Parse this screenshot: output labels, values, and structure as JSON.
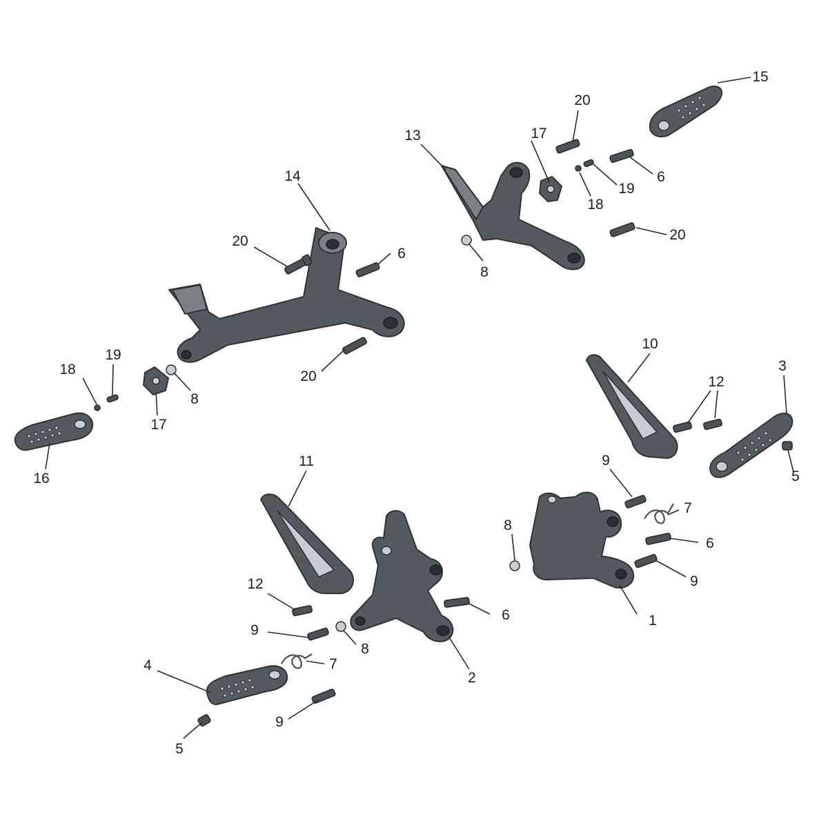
{
  "callouts": [
    {
      "id": "c1",
      "label": "1"
    },
    {
      "id": "c2",
      "label": "2"
    },
    {
      "id": "c3",
      "label": "3"
    },
    {
      "id": "c4",
      "label": "4"
    },
    {
      "id": "c5a",
      "label": "5"
    },
    {
      "id": "c5b",
      "label": "5"
    },
    {
      "id": "c6a",
      "label": "6"
    },
    {
      "id": "c6b",
      "label": "6"
    },
    {
      "id": "c6c",
      "label": "6"
    },
    {
      "id": "c6d",
      "label": "6"
    },
    {
      "id": "c7a",
      "label": "7"
    },
    {
      "id": "c7b",
      "label": "7"
    },
    {
      "id": "c8a",
      "label": "8"
    },
    {
      "id": "c8b",
      "label": "8"
    },
    {
      "id": "c8c",
      "label": "8"
    },
    {
      "id": "c8d",
      "label": "8"
    },
    {
      "id": "c9a",
      "label": "9"
    },
    {
      "id": "c9b",
      "label": "9"
    },
    {
      "id": "c9c",
      "label": "9"
    },
    {
      "id": "c9d",
      "label": "9"
    },
    {
      "id": "c10",
      "label": "10"
    },
    {
      "id": "c11",
      "label": "11"
    },
    {
      "id": "c12a",
      "label": "12"
    },
    {
      "id": "c12b",
      "label": "12"
    },
    {
      "id": "c13",
      "label": "13"
    },
    {
      "id": "c14",
      "label": "14"
    },
    {
      "id": "c15",
      "label": "15"
    },
    {
      "id": "c16",
      "label": "16"
    },
    {
      "id": "c17a",
      "label": "17"
    },
    {
      "id": "c17b",
      "label": "17"
    },
    {
      "id": "c18a",
      "label": "18"
    },
    {
      "id": "c18b",
      "label": "18"
    },
    {
      "id": "c19a",
      "label": "19"
    },
    {
      "id": "c19b",
      "label": "19"
    },
    {
      "id": "c20a",
      "label": "20"
    },
    {
      "id": "c20b",
      "label": "20"
    },
    {
      "id": "c20c",
      "label": "20"
    },
    {
      "id": "c20d",
      "label": "20"
    }
  ]
}
